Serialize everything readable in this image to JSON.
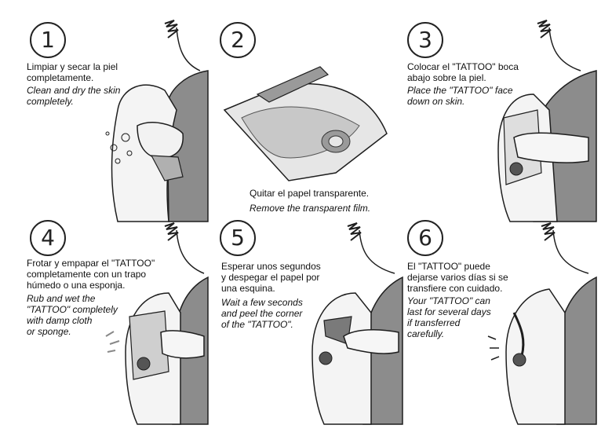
{
  "steps": [
    {
      "number": "1",
      "es": [
        "Limpiar y secar la piel",
        "completamente."
      ],
      "en": [
        "Clean and dry the skin",
        "completely."
      ]
    },
    {
      "number": "2",
      "es": [
        "Quitar el papel transparente."
      ],
      "en": [
        "Remove the transparent film."
      ]
    },
    {
      "number": "3",
      "es": [
        "Colocar  el \"TATTOO\" boca",
        "abajo sobre la piel."
      ],
      "en": [
        "Place the \"TATTOO\" face",
        "down on skin."
      ]
    },
    {
      "number": "4",
      "es": [
        "Frotar y empapar el \"TATTOO\"",
        "completamente con un trapo",
        "húmedo o una esponja."
      ],
      "en": [
        "Rub and wet the",
        "\"TATTOO\" completely",
        "with damp cloth",
        "or sponge."
      ]
    },
    {
      "number": "5",
      "es": [
        "Esperar unos segundos",
        "y despegar el papel por",
        "una esquina."
      ],
      "en": [
        "Wait a few seconds",
        "and peel the corner",
        "of the \"TATTOO\"."
      ]
    },
    {
      "number": "6",
      "es": [
        "El \"TATTOO\" puede",
        "dejarse varios días si se",
        "transfiere con cuidado."
      ],
      "en": [
        "Your \"TATTOO\" can",
        "last for several days",
        "if transferred",
        "carefully."
      ]
    }
  ],
  "colors": {
    "skin_shadow": "#d9d9d9",
    "shirt": "#8c8c8c",
    "line": "#1e1e1e",
    "film": "#bdbdbd"
  }
}
